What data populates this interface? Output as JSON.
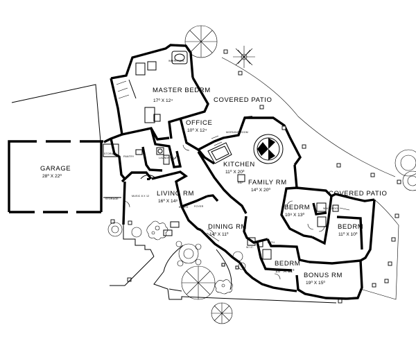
{
  "rooms": {
    "master_bedrm": {
      "name": "MASTER BEDRM",
      "dim": "17⁰ X 12⁴"
    },
    "covered_patio_top": {
      "name": "COVERED PATIO"
    },
    "office": {
      "name": "OFFICE",
      "dim": "10⁰ X 12⁴"
    },
    "kitchen": {
      "name": "KITCHEN",
      "dim": "11⁰ X 20⁰"
    },
    "family_rm": {
      "name": "FAMILY RM",
      "dim": "14⁰ X 20⁰"
    },
    "covered_patio_right": {
      "name": "COVERED PATIO"
    },
    "garage": {
      "name": "GARAGE",
      "dim": "28⁰ X 22⁰"
    },
    "living_rm": {
      "name": "LIVING RM",
      "dim": "16⁰ X 14⁸"
    },
    "dining_rm": {
      "name": "DINING RM",
      "dim": "14⁰ X 11⁰"
    },
    "bedrm_right_upper": {
      "name": "BEDRM",
      "dim": "10⁸ X 13⁰"
    },
    "bedrm_far_right": {
      "name": "BEDRM",
      "dim": "11⁰ X 10⁰"
    },
    "bedrm_lower": {
      "name": "BEDRM",
      "dim": "10⁰ X 11⁰"
    },
    "bonus_rm": {
      "name": "BONUS RM",
      "dim": "19⁰ X 15⁰"
    }
  },
  "small_labels": {
    "whirlpool_master": "WHIRLPOOL",
    "laundry": "LAUNDRY 9 X 11",
    "storage_left": "STORAGE",
    "pantry": "PANTRY",
    "storage_mid": "STORAGE",
    "music": "MUSIC 8 X 12",
    "foyer": "FOYER",
    "morning_room": "MORNING ROOM",
    "whirlpool_right": "WHIRLPOOL",
    "bath": "BATH",
    "wic": "W.I.C.",
    "ref": "REF",
    "bench": "BENCH"
  }
}
